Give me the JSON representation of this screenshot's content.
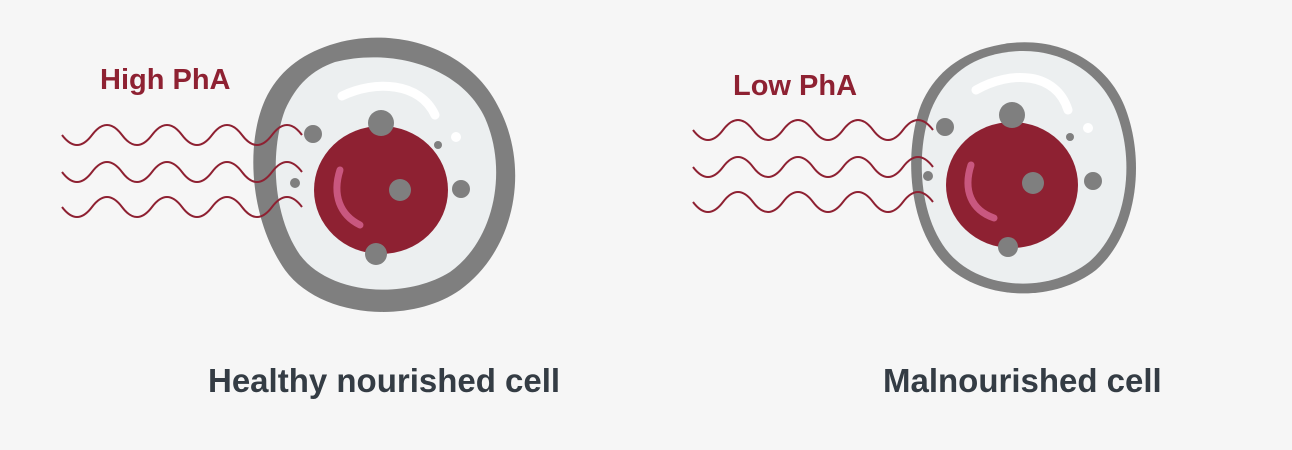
{
  "panels": [
    {
      "pha_label": "High PhA",
      "caption": "Healthy nourished cell"
    },
    {
      "pha_label": "Low PhA",
      "caption": "Malnourished cell"
    }
  ],
  "colors": {
    "background": "#f6f6f6",
    "accent_red": "#8e2132",
    "membrane_gray": "#7f7f7f",
    "cytoplasm": "#eceff0",
    "nucleus": "#8e2132",
    "nucleus_highlight": "#c9577f",
    "organelle": "#7f7f7f",
    "caption_text": "#343c44"
  }
}
